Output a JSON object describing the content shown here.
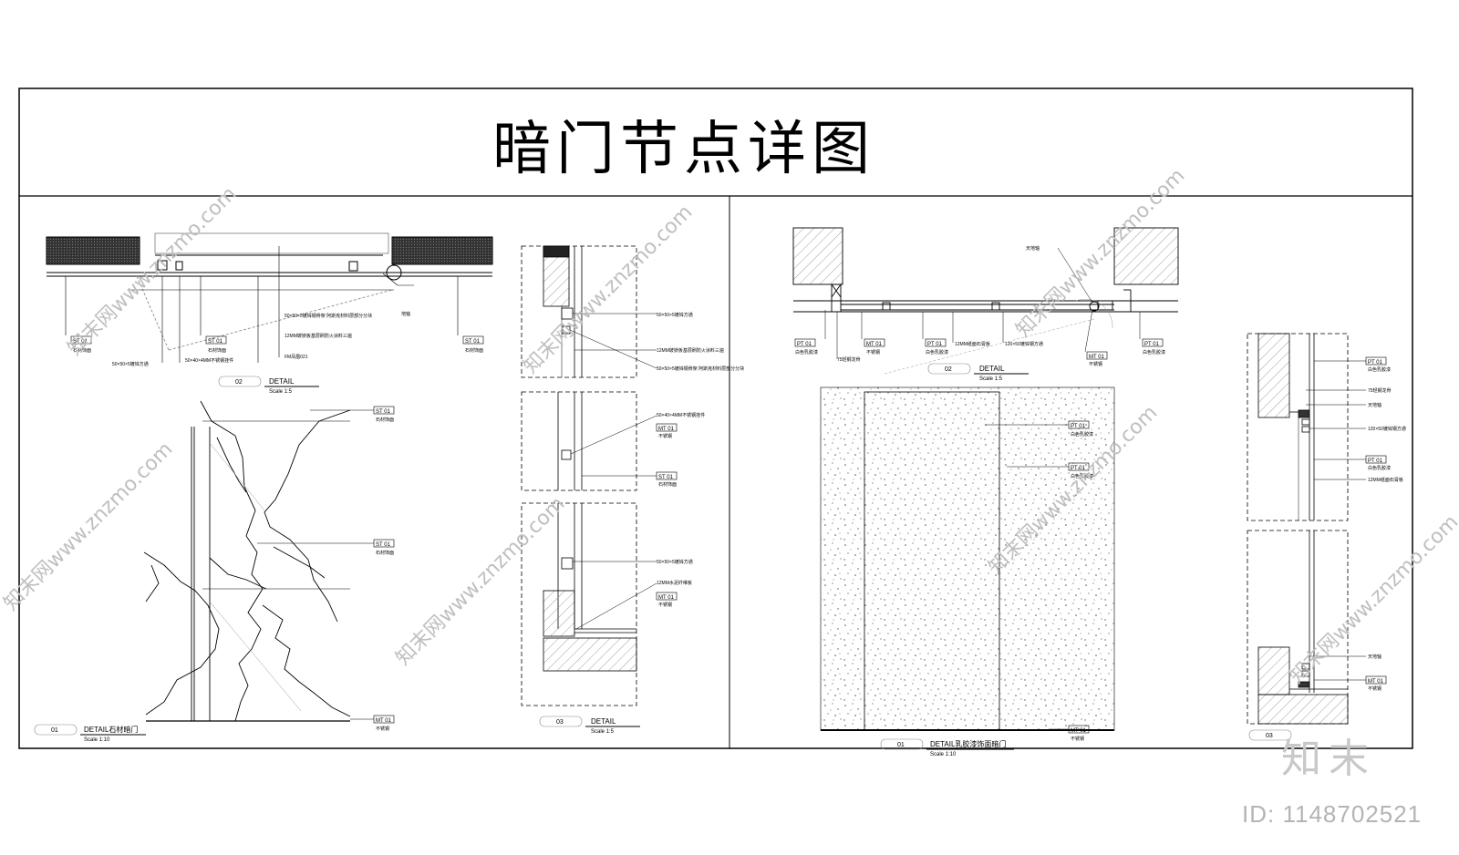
{
  "sheet_title": "暗门节点详图",
  "watermark": "知末网www.znzmo.com",
  "logo": "知末",
  "image_id": "ID: 1148702521",
  "tags": {
    "st01": "ST 01",
    "mt01": "MT 01",
    "pt01": "PT 01"
  },
  "notes": {
    "stone_finish": "石材饰面",
    "stainless": "不锈钢",
    "steel_square": "50×50×5镀锌方通",
    "steel_plate_note": "50×50×5镀锌钢骨架 阿斯克材料层部分分块",
    "glass_board": "12MM玻镁板基层刷防火涂料三遍",
    "fm": "FM凤凰021",
    "pivot": "地轴",
    "white_latex": "白色乳胶漆",
    "hinge": "天地轴",
    "steel_frame": "75轻钢龙骨",
    "gypsum": "12MM纸面石膏板",
    "ss_hanger": "50×40×4MM不锈钢挂件",
    "cement_board": "12MM水泥纤维板",
    "steel_tube": "120×50镀锌钢方通"
  },
  "details": {
    "d1_num": "01",
    "d1_title": "DETAIL石材暗门",
    "d1_scale": "Scale 1:10",
    "d2_num": "02",
    "d2_title": "DETAIL",
    "d2_scale": "Scale 1:5",
    "d3_num": "03",
    "d3_title": "DETAIL",
    "d3_scale": "Scale 1:5",
    "r1_num": "01",
    "r1_title": "DETAIL乳胶漆饰面暗门",
    "r1_scale": "Scale 1:10",
    "r2_num": "02",
    "r2_title": "DETAIL",
    "r2_scale": "Scale 1:5",
    "r3_num": "03"
  }
}
